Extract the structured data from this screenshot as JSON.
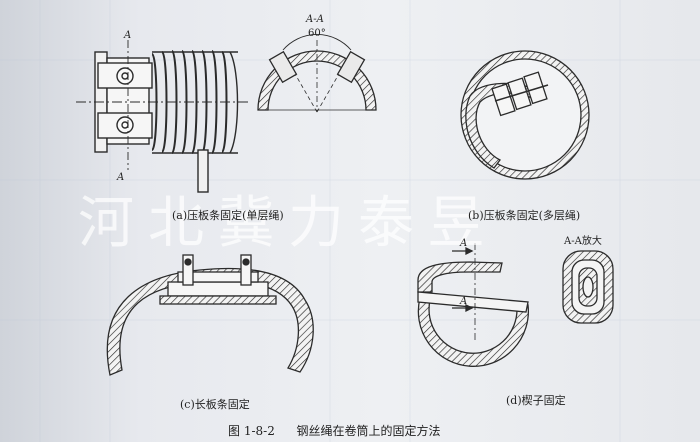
{
  "figure": {
    "caption_number": "图 1-8-2",
    "caption_title": "钢丝绳在卷筒上的固定方法"
  },
  "panels": {
    "a": {
      "caption": "(a)压板条固定(单层绳)",
      "section_top": "A",
      "section_bottom": "A"
    },
    "a_section": {
      "title": "A-A",
      "angle": "60°"
    },
    "b": {
      "caption": "(b)压板条固定(多层绳)"
    },
    "c": {
      "caption": "(c)长板条固定"
    },
    "d": {
      "caption": "(d)楔子固定",
      "section_top": "A",
      "section_bottom": "A"
    },
    "d_detail": {
      "title": "A-A放大"
    }
  },
  "watermark": {
    "text": "河北冀力泰昱"
  },
  "colors": {
    "ink": "#2b2b2b",
    "paper": "#eceef2",
    "watermark": "#ffffff"
  }
}
